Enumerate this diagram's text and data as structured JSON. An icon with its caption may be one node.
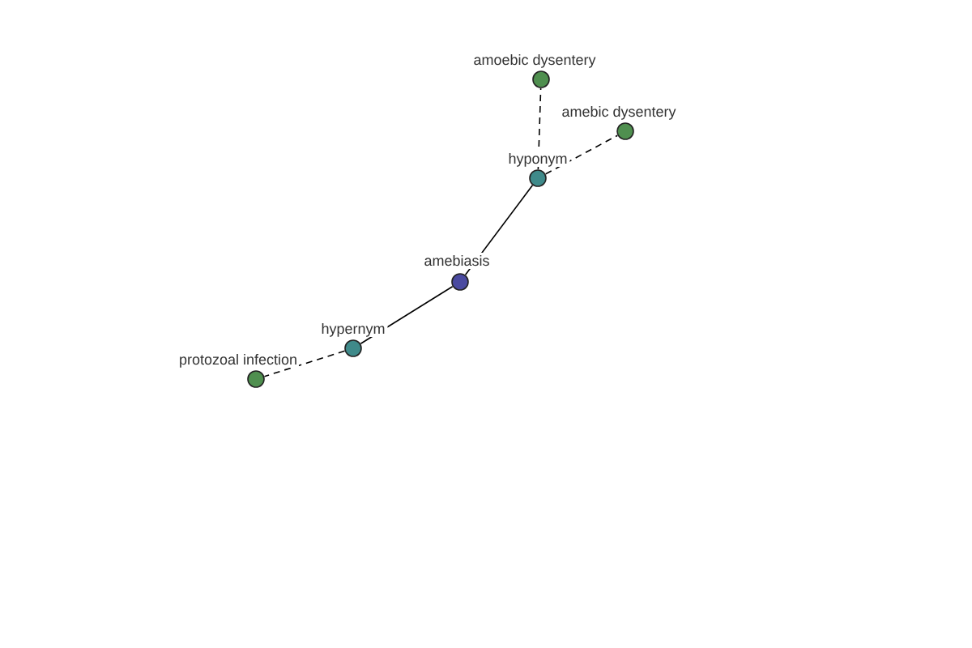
{
  "diagram": {
    "nodes": [
      {
        "text": [
          "amoebic dysentery"
        ]
      },
      {
        "text": [
          "amebic dysentery"
        ]
      },
      {
        "text": [
          "hyponym"
        ]
      },
      {
        "text": [
          "amebiasis"
        ]
      },
      {
        "text": [
          "hypernym"
        ]
      },
      {
        "text": [
          "protozoal infection"
        ]
      }
    ],
    "edges": [
      {
        "from": 3,
        "to": 2,
        "arrow": "none"
      },
      {
        "from": 2,
        "to": 0,
        "arrow": "none",
        "style": "dashed"
      },
      {
        "from": 2,
        "to": 1,
        "arrow": "none",
        "style": "dashed"
      },
      {
        "from": 3,
        "to": 4,
        "arrow": "none"
      },
      {
        "from": 4,
        "to": 5,
        "arrow": "none",
        "style": "dashed"
      }
    ]
  }
}
